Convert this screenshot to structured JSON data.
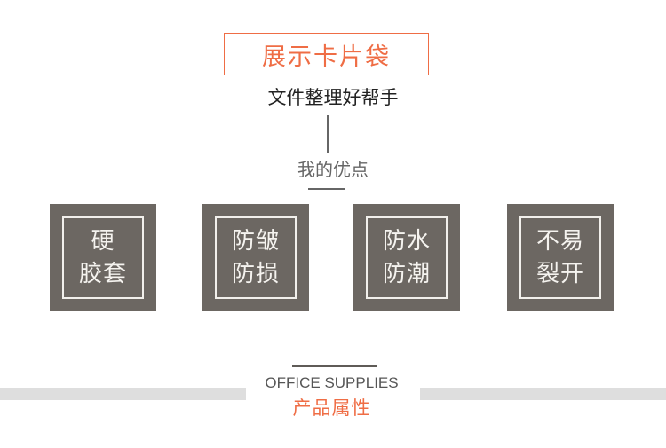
{
  "header": {
    "title": "展示卡片袋",
    "subtitle": "文件整理好帮手",
    "advantages_label": "我的优点"
  },
  "features": [
    {
      "line1": "硬",
      "line2": "胶套"
    },
    {
      "line1": "防皱",
      "line2": "防损"
    },
    {
      "line1": "防水",
      "line2": "防潮"
    },
    {
      "line1": "不易",
      "line2": "裂开"
    }
  ],
  "section": {
    "english": "OFFICE SUPPLIES",
    "chinese": "产品属性"
  },
  "colors": {
    "accent": "#ef6d45",
    "tile": "#6c6762",
    "bar": "#dedede"
  }
}
